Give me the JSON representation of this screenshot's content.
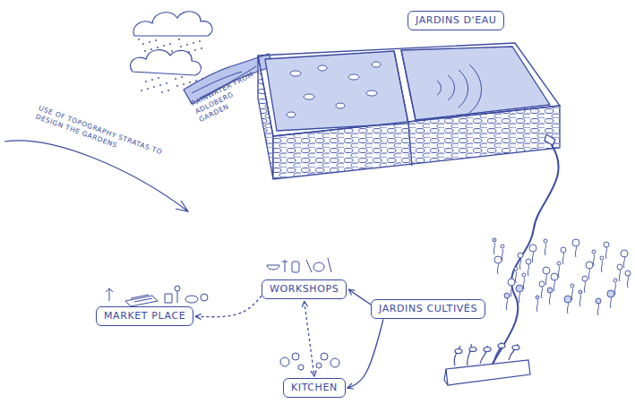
{
  "diagram": {
    "nodes": [
      {
        "text": [
          "JARDINS D'EAU"
        ]
      },
      {
        "text": [
          "WORKSHOPS"
        ]
      },
      {
        "text": [
          "MARKET PLACE"
        ]
      },
      {
        "text": [
          "JARDINS CULTIVÉS"
        ]
      },
      {
        "text": [
          "KITCHEN"
        ]
      }
    ],
    "edges": [
      {
        "from": 3,
        "to": 1,
        "arrow": "to"
      },
      {
        "from": 3,
        "to": 4,
        "arrow": "to"
      },
      {
        "from": 1,
        "to": 4,
        "arrow": "both"
      },
      {
        "from": 1,
        "to": 2,
        "arrow": "to"
      }
    ],
    "labels": [
      "RAINWATER FROM ADLOBERG GARDEN",
      "USE OF TOPOGRAPHY STRATAS TO DESIGN THE GARDENS"
    ]
  }
}
